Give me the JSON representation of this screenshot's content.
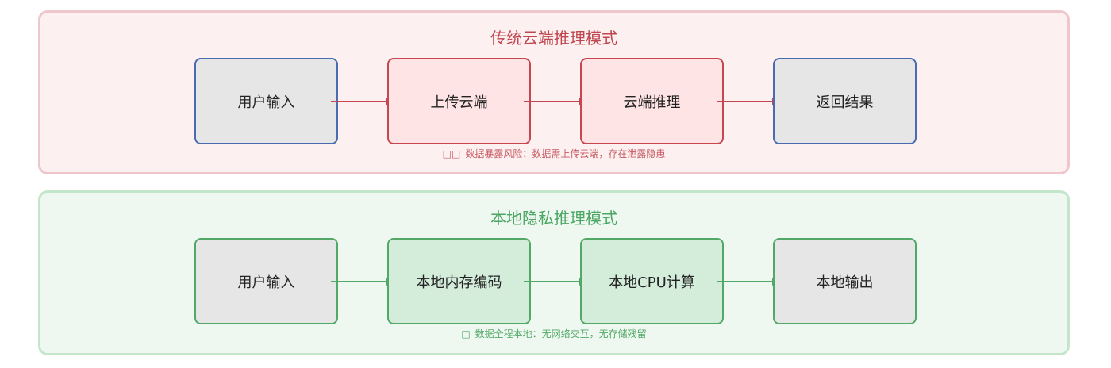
{
  "cloud": {
    "title": "传统云端推理模式",
    "nodes": [
      "用户输入",
      "上传云端",
      "云端推理",
      "返回结果"
    ],
    "note_icon": "□□",
    "note": "数据暴露风险：数据需上传云端，存在泄露隐患"
  },
  "local": {
    "title": "本地隐私推理模式",
    "nodes": [
      "用户输入",
      "本地内存编码",
      "本地CPU计算",
      "本地输出"
    ],
    "note_icon": "□",
    "note": "数据全程本地：无网络交互，无存储残留"
  },
  "colors": {
    "cloud_accent": "#c0474f",
    "local_accent": "#4ca765",
    "input_border": "#4a6bb0"
  }
}
